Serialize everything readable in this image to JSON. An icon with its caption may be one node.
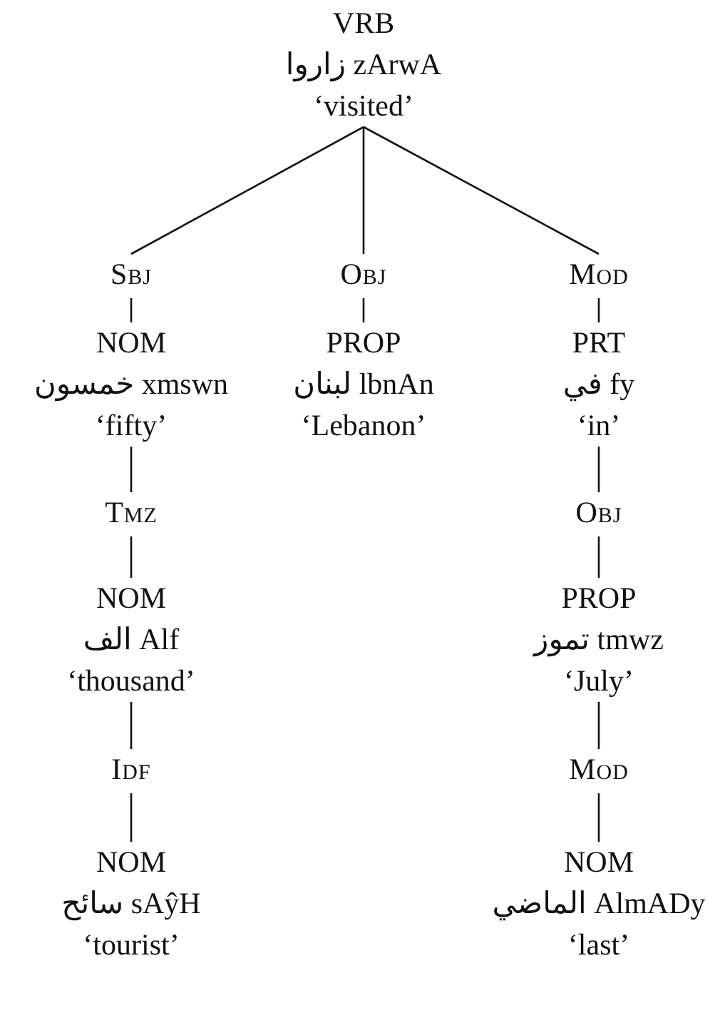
{
  "diagram": {
    "nodes": [
      {
        "text": [
          "VRB",
          "زاروا zArwA",
          "‘visited’"
        ]
      },
      {
        "text": [
          "SBJ"
        ]
      },
      {
        "text": [
          "OBJ"
        ]
      },
      {
        "text": [
          "MOD"
        ]
      },
      {
        "text": [
          "NOM",
          "خمسون xmswn",
          "‘fifty’"
        ]
      },
      {
        "text": [
          "PROP",
          "لبنان lbnAn",
          "‘Lebanon’"
        ]
      },
      {
        "text": [
          "PRT",
          "في fy",
          "‘in’"
        ]
      },
      {
        "text": [
          "TMZ"
        ]
      },
      {
        "text": [
          "OBJ"
        ]
      },
      {
        "text": [
          "NOM",
          "الف Alf",
          "‘thousand’"
        ]
      },
      {
        "text": [
          "PROP",
          "تموز tmwz",
          "‘July’"
        ]
      },
      {
        "text": [
          "IDF"
        ]
      },
      {
        "text": [
          "MOD"
        ]
      },
      {
        "text": [
          "NOM",
          "سائح sAŷH",
          "‘tourist’"
        ]
      },
      {
        "text": [
          "NOM",
          "الماضي AlmADy",
          "‘last’"
        ]
      }
    ],
    "edges": [
      {
        "from": 0,
        "to": 1,
        "arrow": "none"
      },
      {
        "from": 0,
        "to": 2,
        "arrow": "none"
      },
      {
        "from": 0,
        "to": 3,
        "arrow": "none"
      },
      {
        "from": 1,
        "to": 4,
        "arrow": "none"
      },
      {
        "from": 2,
        "to": 5,
        "arrow": "none"
      },
      {
        "from": 3,
        "to": 6,
        "arrow": "none"
      },
      {
        "from": 4,
        "to": 7,
        "arrow": "none"
      },
      {
        "from": 6,
        "to": 8,
        "arrow": "none"
      },
      {
        "from": 7,
        "to": 9,
        "arrow": "none"
      },
      {
        "from": 8,
        "to": 10,
        "arrow": "none"
      },
      {
        "from": 9,
        "to": 11,
        "arrow": "none"
      },
      {
        "from": 10,
        "to": 12,
        "arrow": "none"
      },
      {
        "from": 11,
        "to": 13,
        "arrow": "none"
      },
      {
        "from": 12,
        "to": 14,
        "arrow": "none"
      }
    ]
  }
}
